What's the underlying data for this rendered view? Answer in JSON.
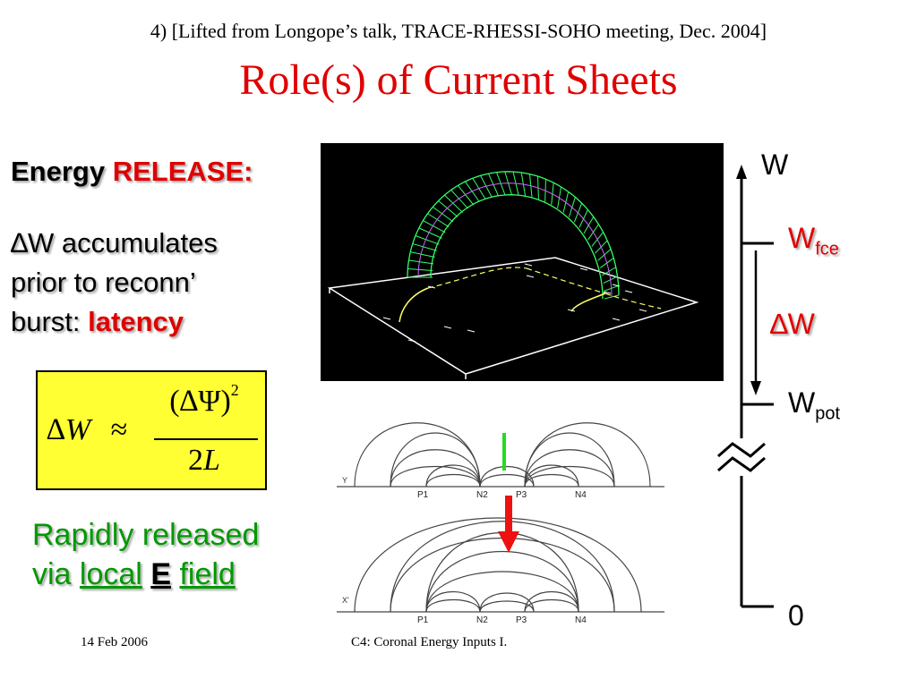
{
  "header": {
    "source_note": "4) [Lifted from Longope’s talk, TRACE-RHESSI-SOHO meeting, Dec. 2004]"
  },
  "title": "Role(s) of Current Sheets",
  "left": {
    "energy": "Energy",
    "release": "RELEASE:",
    "accum_prefix": "∆W accumulates",
    "accum_line2": "prior to reconn’",
    "accum_line3": "burst:",
    "latency": "latency",
    "formula": {
      "lhs_delta": "∆",
      "lhs_var": "W",
      "approx": "≈",
      "numerator": "(∆Ψ)",
      "exponent": "2",
      "denominator_num": "2",
      "denominator_var": "L"
    },
    "rapid_line1": "Rapidly released",
    "rapid_via": "via",
    "rapid_local": "local",
    "rapid_e": "E",
    "rapid_field": "field"
  },
  "field_diagram": {
    "top_labels": [
      "P1",
      "N2",
      "P3",
      "N4"
    ],
    "bottom_labels": [
      "P1",
      "N2",
      "P3",
      "N4"
    ],
    "axis_top": "Y",
    "axis_bottom": "X'"
  },
  "energy_diagram": {
    "w_label": "W",
    "wfce_base": "W",
    "wfce_sub": "fce",
    "delta_w": "∆W",
    "wpot_base": "W",
    "wpot_sub": "pot",
    "zero": "0"
  },
  "footer": {
    "date": "14 Feb 2006",
    "center": "C4: Coronal Energy Inputs I."
  },
  "colors": {
    "red": "#e00000",
    "green": "#009900",
    "yellow": "#ffff33",
    "arch_green": "#33ff66"
  }
}
